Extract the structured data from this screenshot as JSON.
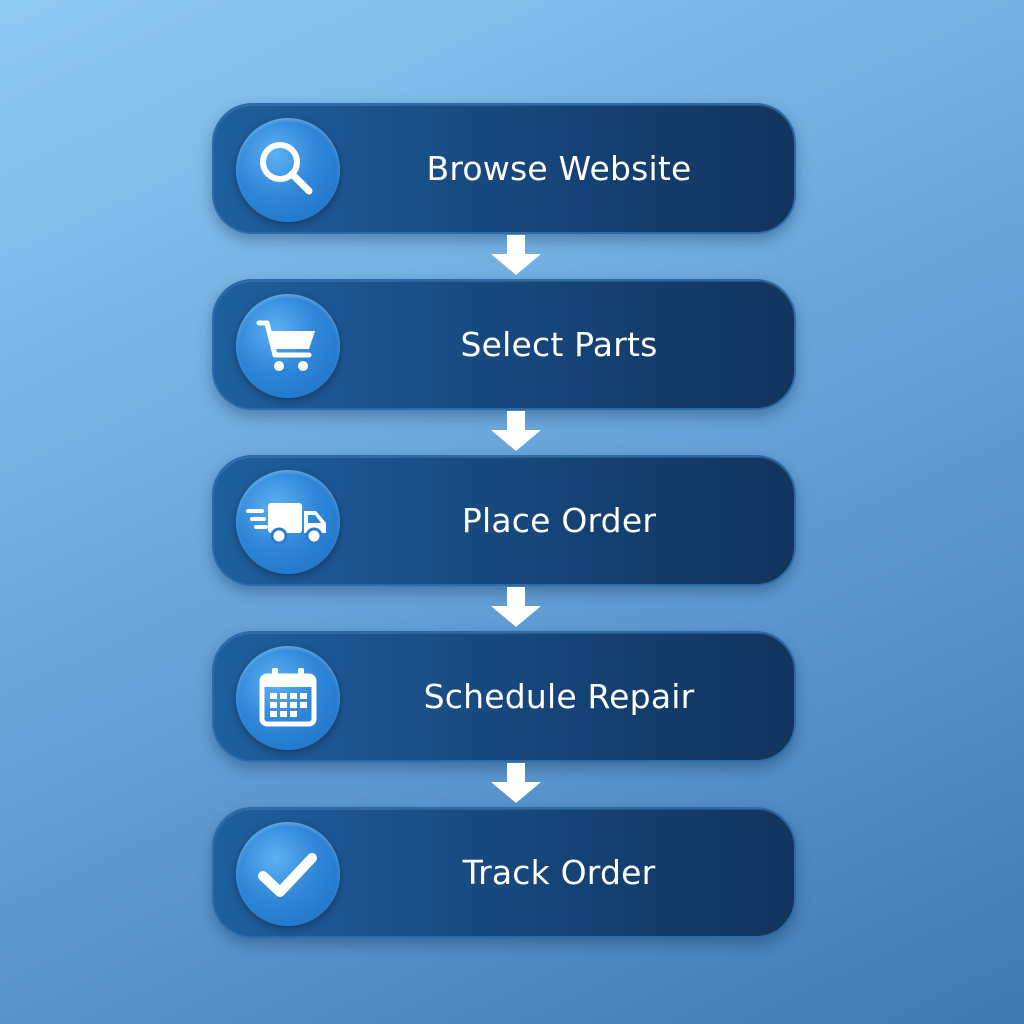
{
  "steps": [
    {
      "label": "Browse Website",
      "icon": "search-icon"
    },
    {
      "label": "Select Parts",
      "icon": "shopping-cart-icon"
    },
    {
      "label": "Place Order",
      "icon": "delivery-truck-icon"
    },
    {
      "label": "Schedule Repair",
      "icon": "calendar-icon"
    },
    {
      "label": "Track Order",
      "icon": "checkmark-icon"
    }
  ],
  "colors": {
    "background_light": "#8fcaf3",
    "background_dark": "#3f79b0",
    "step_fill": "#1a4f88",
    "icon_circle": "#2f86d8",
    "arrow": "#ffffff",
    "text": "#ffffff"
  }
}
